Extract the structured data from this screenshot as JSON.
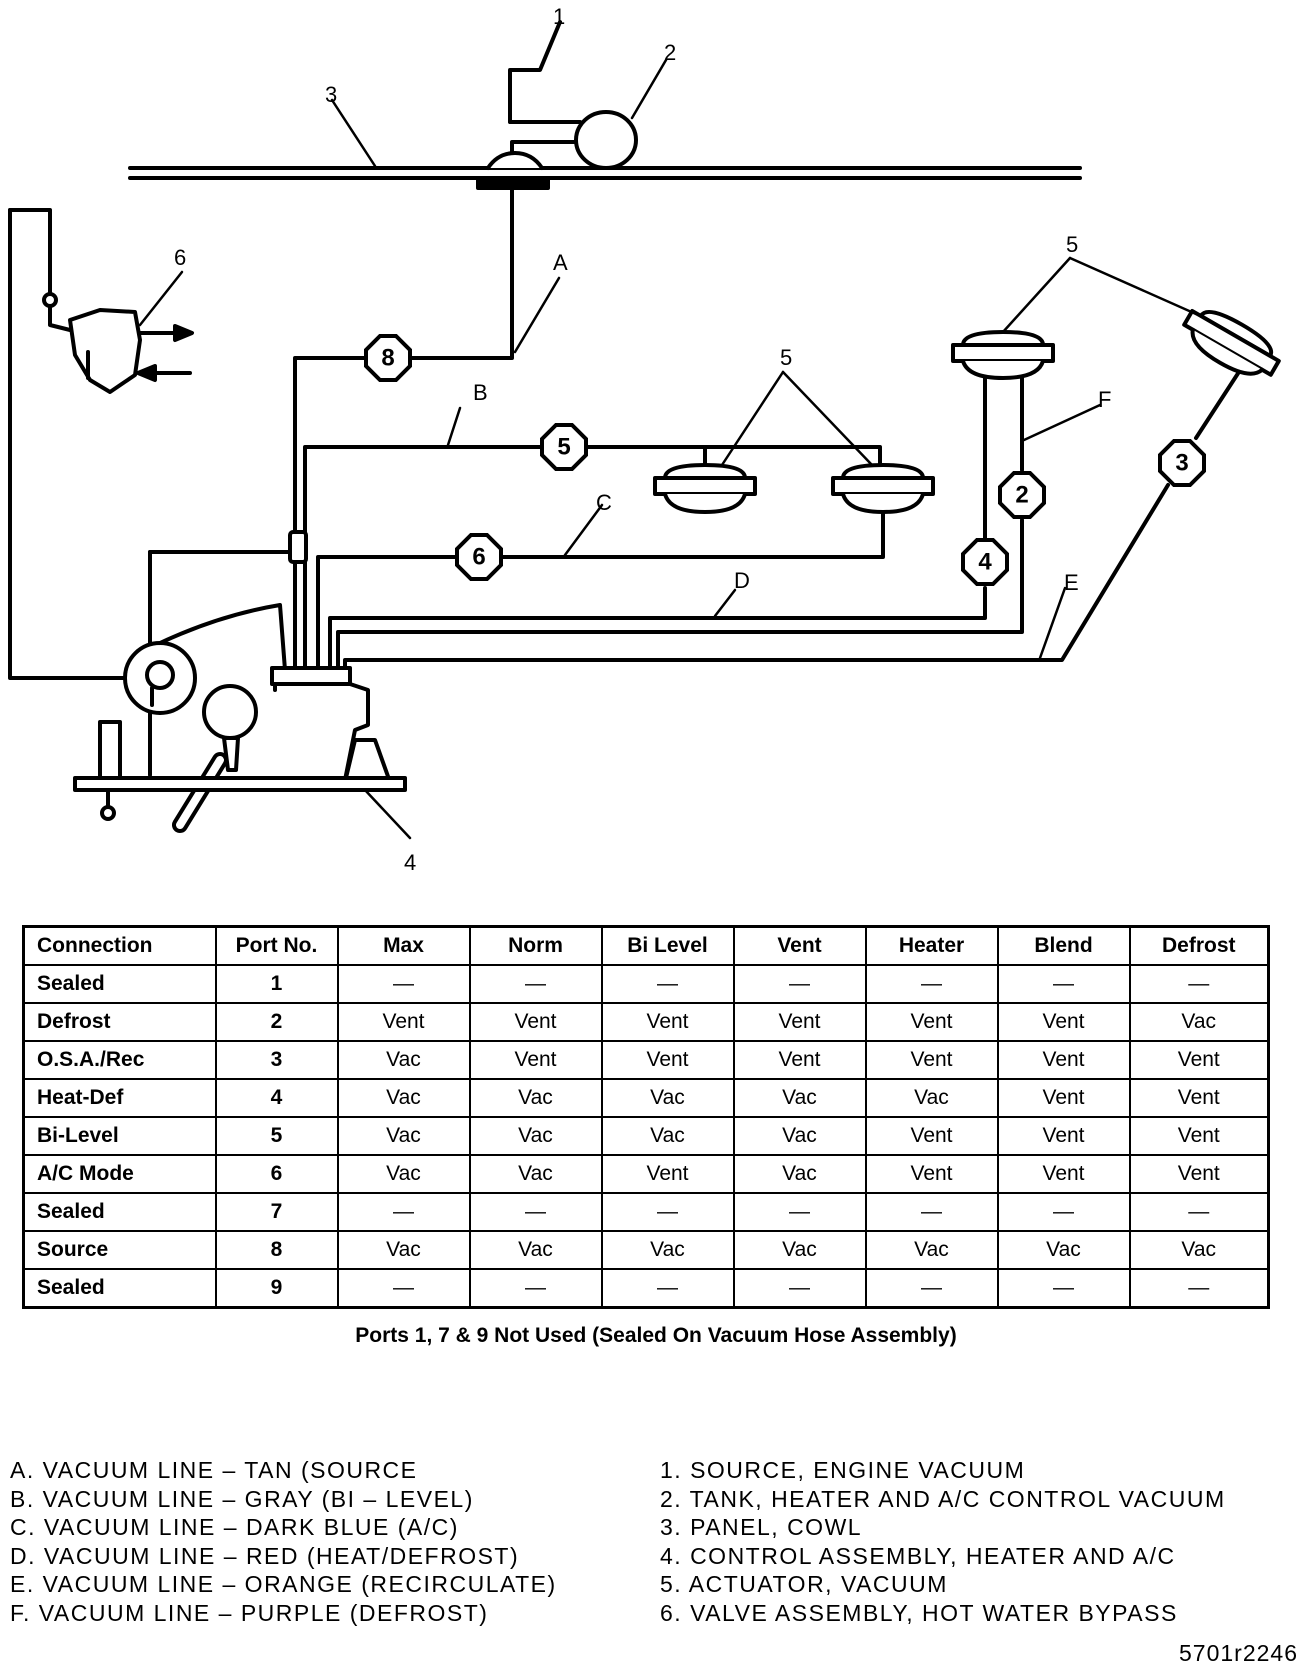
{
  "diagram": {
    "callouts": {
      "source": "1",
      "tank": "2",
      "panel": "3",
      "control": "4",
      "actuator": "5",
      "valve": "6"
    },
    "line_letters": {
      "a": "A",
      "b": "B",
      "c": "C",
      "d": "D",
      "e": "E",
      "f": "F"
    },
    "port_badges": {
      "p8": "8",
      "p5": "5",
      "p6": "6",
      "p4": "4",
      "p2": "2",
      "p3": "3"
    }
  },
  "table": {
    "headers": [
      "Connection",
      "Port No.",
      "Max",
      "Norm",
      "Bi Level",
      "Vent",
      "Heater",
      "Blend",
      "Defrost"
    ],
    "rows": [
      [
        "Sealed",
        "1",
        "—",
        "—",
        "—",
        "—",
        "—",
        "—",
        "—"
      ],
      [
        "Defrost",
        "2",
        "Vent",
        "Vent",
        "Vent",
        "Vent",
        "Vent",
        "Vent",
        "Vac"
      ],
      [
        "O.S.A./Rec",
        "3",
        "Vac",
        "Vent",
        "Vent",
        "Vent",
        "Vent",
        "Vent",
        "Vent"
      ],
      [
        "Heat-Def",
        "4",
        "Vac",
        "Vac",
        "Vac",
        "Vac",
        "Vac",
        "Vent",
        "Vent"
      ],
      [
        "Bi-Level",
        "5",
        "Vac",
        "Vac",
        "Vac",
        "Vac",
        "Vent",
        "Vent",
        "Vent"
      ],
      [
        "A/C Mode",
        "6",
        "Vac",
        "Vac",
        "Vent",
        "Vac",
        "Vent",
        "Vent",
        "Vent"
      ],
      [
        "Sealed",
        "7",
        "—",
        "—",
        "—",
        "—",
        "—",
        "—",
        "—"
      ],
      [
        "Source",
        "8",
        "Vac",
        "Vac",
        "Vac",
        "Vac",
        "Vac",
        "Vac",
        "Vac"
      ],
      [
        "Sealed",
        "9",
        "—",
        "—",
        "—",
        "—",
        "—",
        "—",
        "—"
      ]
    ],
    "note": "Ports 1, 7 & 9 Not Used (Sealed On Vacuum Hose Assembly)"
  },
  "legend": {
    "lines": [
      "A. VACUUM LINE – TAN (SOURCE",
      "B. VACUUM LINE – GRAY (BI – LEVEL)",
      "C. VACUUM LINE – DARK BLUE (A/C)",
      "D. VACUUM LINE – RED (HEAT/DEFROST)",
      "E. VACUUM LINE – ORANGE (RECIRCULATE)",
      "F. VACUUM LINE – PURPLE (DEFROST)"
    ],
    "parts": [
      "1. SOURCE, ENGINE VACUUM",
      "2. TANK, HEATER AND A/C CONTROL VACUUM",
      "3. PANEL, COWL",
      "4. CONTROL ASSEMBLY, HEATER AND A/C",
      "5. ACTUATOR, VACUUM",
      "6. VALVE ASSEMBLY, HOT WATER BYPASS"
    ]
  },
  "figure_id": "5701r2246"
}
